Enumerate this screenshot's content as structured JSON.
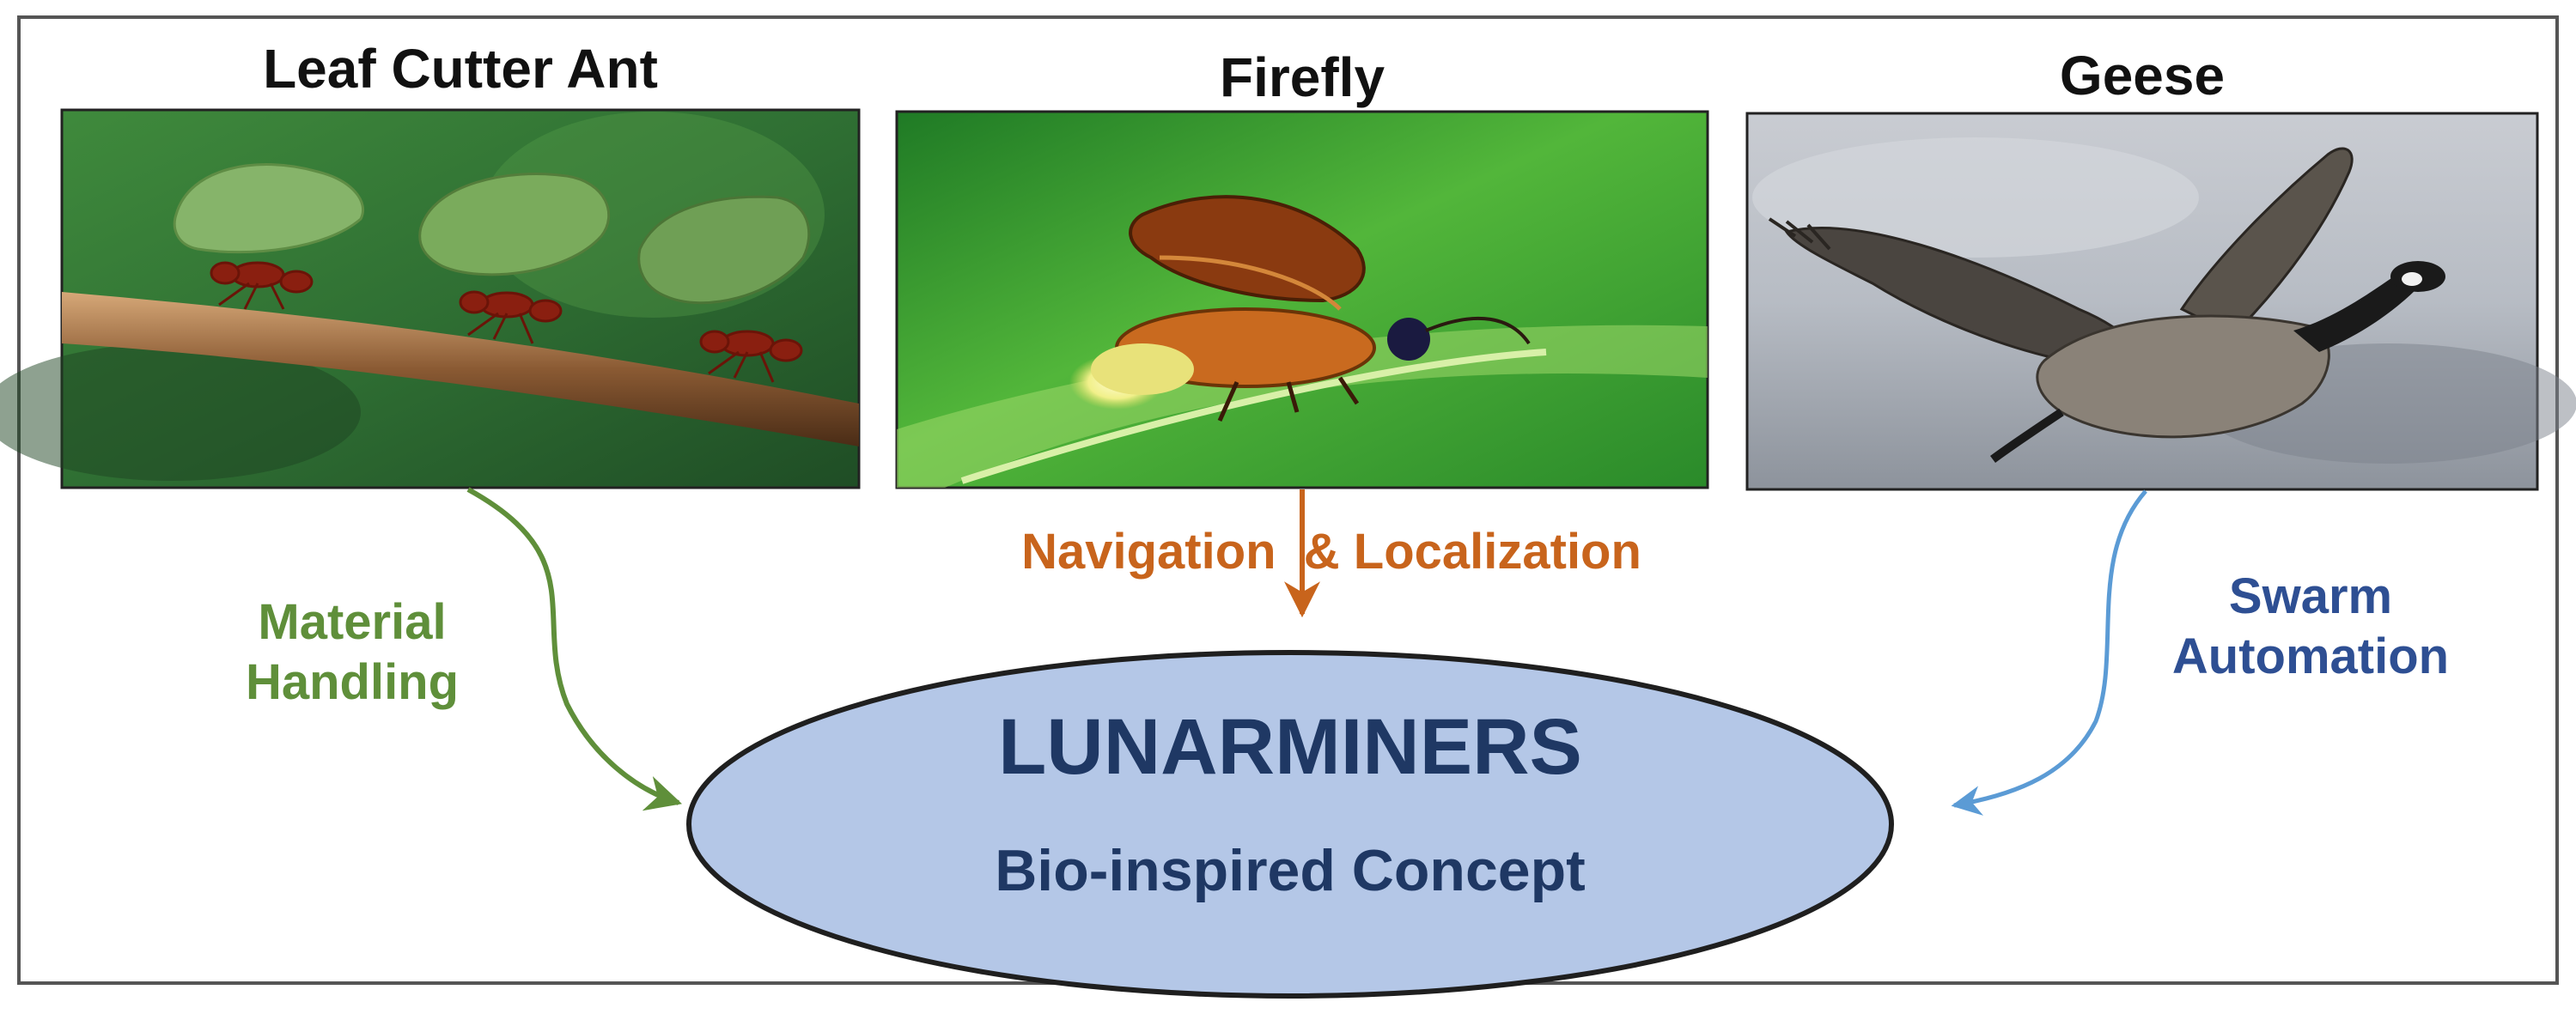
{
  "panels": [
    {
      "title": "Leaf Cutter Ant"
    },
    {
      "title": "Firefly"
    },
    {
      "title": "Geese"
    }
  ],
  "labels": {
    "material_line1": "Material",
    "material_line2": "Handling",
    "navigation": "Navigation  & Localization",
    "swarm_line1": "Swarm",
    "swarm_line2": "Automation"
  },
  "center": {
    "title": "LUNARMINERS",
    "subtitle": "Bio-inspired Concept"
  },
  "colors": {
    "green": "#5f8f3a",
    "orange": "#c8641c",
    "blue_text": "#2e4f93",
    "blue_arrow": "#5b9bd5",
    "ellipse_fill": "#b4c7e7",
    "ellipse_stroke": "#1f1f1f",
    "center_text": "#1f3864"
  }
}
